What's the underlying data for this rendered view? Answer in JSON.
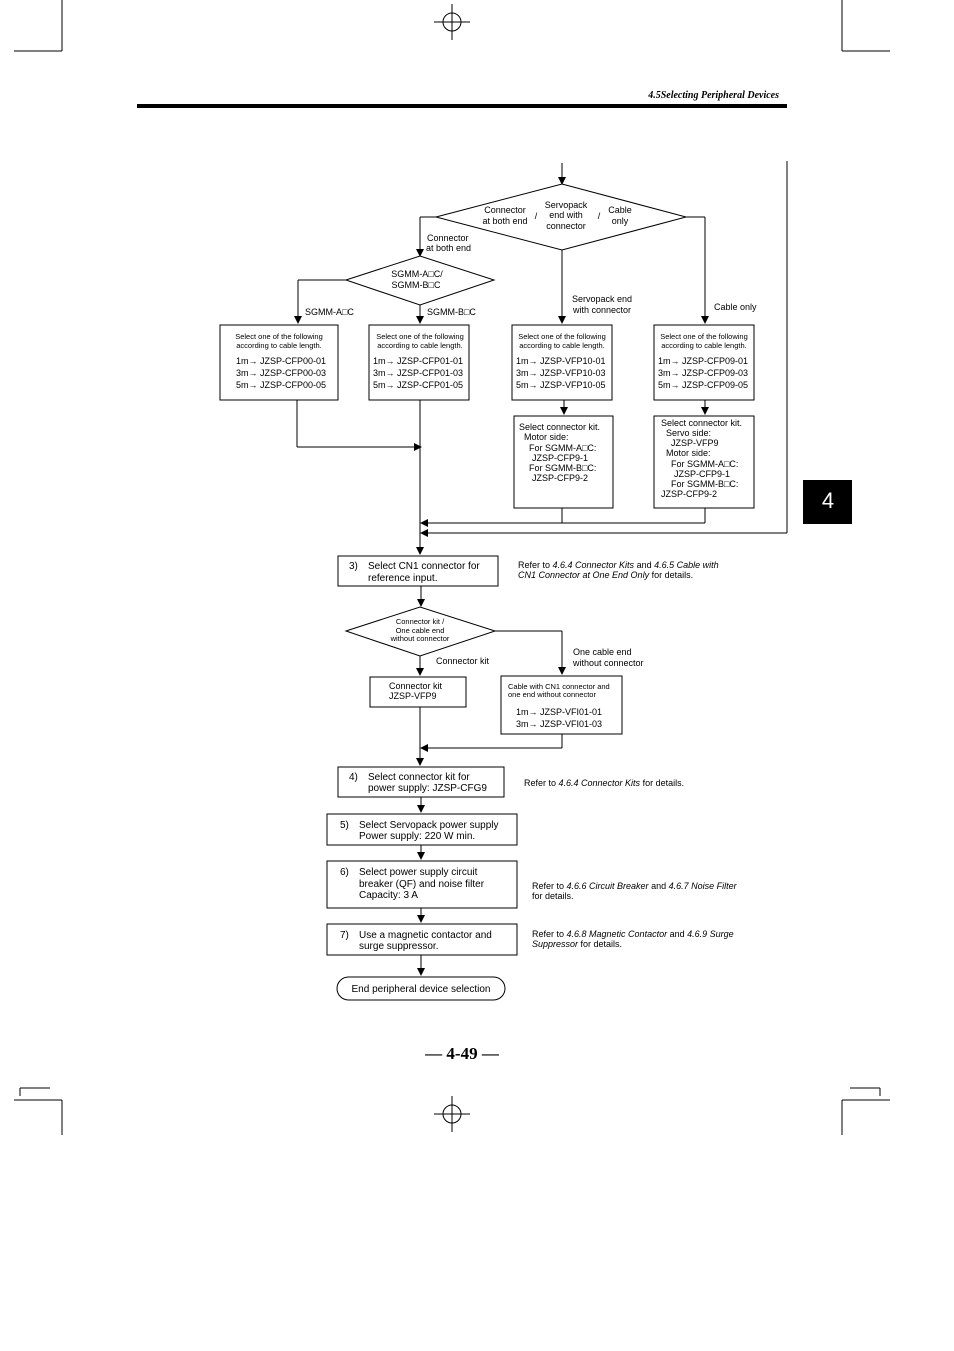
{
  "header": {
    "section_title": "4.5Selecting Peripheral Devices",
    "chapter_tab": "4",
    "page_number": "— 4-49 —"
  },
  "flow": {
    "cable_decision": {
      "opt_a_1": "Connector",
      "opt_a_2": "at both end",
      "sep1": "/",
      "opt_b_1": "Servopack",
      "opt_b_2": "end with",
      "opt_b_3": "connector",
      "sep2": "/",
      "opt_c_1": "Cable",
      "opt_c_2": "only"
    },
    "branch_labels": {
      "both_end_1": "Connector",
      "both_end_2": "at both end",
      "servo_end_1": "Servopack end",
      "servo_end_2": "with connector",
      "cable_only": "Cable only"
    },
    "model_decision": {
      "line1": "SGMM-A□C/",
      "line2": "SGMM-B□C",
      "left_label": "SGMM-A□C",
      "right_label": "SGMM-B□C"
    },
    "cable_boxes": [
      {
        "head1": "Select one of the following",
        "head2": "according to cable length.",
        "l1": "1m→ JZSP-CFP00-01",
        "l2": "3m→ JZSP-CFP00-03",
        "l3": "5m→ JZSP-CFP00-05"
      },
      {
        "head1": "Select one of the following",
        "head2": "according to cable length.",
        "l1": "1m→ JZSP-CFP01-01",
        "l2": "3m→ JZSP-CFP01-03",
        "l3": "5m→ JZSP-CFP01-05"
      },
      {
        "head1": "Select one of the following",
        "head2": "according to cable length.",
        "l1": "1m→ JZSP-VFP10-01",
        "l2": "3m→ JZSP-VFP10-03",
        "l3": "5m→ JZSP-VFP10-05"
      },
      {
        "head1": "Select one of the following",
        "head2": "according to cable length.",
        "l1": "1m→ JZSP-CFP09-01",
        "l2": "3m→ JZSP-CFP09-03",
        "l3": "5m→ JZSP-CFP09-05"
      }
    ],
    "kit_box_servo_end": {
      "l1": "Select connector kit.",
      "l2": "Motor side:",
      "l3": "For SGMM-A□C:",
      "l4": "JZSP-CFP9-1",
      "l5": "For SGMM-B□C:",
      "l6": "JZSP-CFP9-2"
    },
    "kit_box_cable_only": {
      "l1": "Select connector kit.",
      "l2": "Servo side:",
      "l3": "JZSP-VFP9",
      "l4": "Motor side:",
      "l5": "For SGMM-A□C:",
      "l6": "JZSP-CFP9-1",
      "l7": "For SGMM-B□C:",
      "l8": "JZSP-CFP9-2"
    },
    "step3": {
      "num": "3)",
      "l1": "Select CN1 connector for",
      "l2": "reference input."
    },
    "step3_ref": {
      "p1": "Refer to ",
      "i1": "4.6.4 Connector Kits",
      "p2": " and ",
      "i2": "4.6.5 Cable with",
      "i3": "CN1 Connector at One End Only",
      "p3": " for details."
    },
    "cn1_decision": {
      "l1": "Connector kit /",
      "l2": "One cable end",
      "l3": "without connector",
      "left_label": "Connector kit",
      "right_label_1": "One cable end",
      "right_label_2": "without connector"
    },
    "connector_kit_box": {
      "l1": "Connector kit",
      "l2": "JZSP-VFP9"
    },
    "cn1_cable_box": {
      "l1": "Cable with CN1 connector and",
      "l2": "one end without connector",
      "l3": "1m→ JZSP-VFI01-01",
      "l4": "3m→ JZSP-VFI01-03"
    },
    "step4": {
      "num": "4)",
      "l1": "Select connector kit for",
      "l2": "power supply: JZSP-CFG9"
    },
    "step4_ref": {
      "p1": "Refer to ",
      "i1": "4.6.4 Connector Kits",
      "p2": " for details."
    },
    "step5": {
      "num": "5)",
      "l1": "Select Servopack power supply",
      "l2": "Power supply: 220 W min."
    },
    "step6": {
      "num": "6)",
      "l1": "Select power supply circuit",
      "l2": "breaker (QF) and noise filter",
      "l3": "Capacity: 3 A"
    },
    "step6_ref": {
      "p1": "Refer to ",
      "i1": "4.6.6 Circuit Breaker",
      "p2": " and ",
      "i2": "4.6.7 Noise Filter",
      "p3": "for details."
    },
    "step7": {
      "num": "7)",
      "l1": "Use a magnetic contactor and",
      "l2": "surge suppressor."
    },
    "step7_ref": {
      "p1": "Refer to ",
      "i1": "4.6.8 Magnetic Contactor",
      "p2": " and ",
      "i2": "4.6.9 Surge",
      "i3": "Suppressor",
      "p3": " for details."
    },
    "end": "End peripheral device selection"
  }
}
